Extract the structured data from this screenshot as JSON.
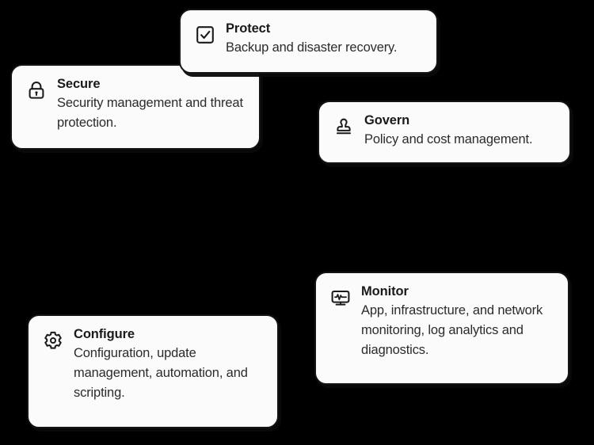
{
  "background_color": "#000000",
  "card_style": {
    "fill": "#fbfbfb",
    "border_color": "#141414",
    "title_color": "#1a1a1a",
    "text_color": "#2b2b2b"
  },
  "cards": [
    {
      "id": "protect",
      "icon": "checkbox-check-icon",
      "title": "Protect",
      "description": "Backup and disaster recovery."
    },
    {
      "id": "secure",
      "icon": "padlock-icon",
      "title": "Secure",
      "description": "Security management and threat protection."
    },
    {
      "id": "govern",
      "icon": "stamp-icon",
      "title": "Govern",
      "description": "Policy and cost management."
    },
    {
      "id": "monitor",
      "icon": "monitor-pulse-icon",
      "title": "Monitor",
      "description": "App, infrastructure, and network monitoring, log analytics and diagnostics."
    },
    {
      "id": "configure",
      "icon": "gear-icon",
      "title": "Configure",
      "description": "Configuration, update management, automation, and scripting."
    }
  ]
}
